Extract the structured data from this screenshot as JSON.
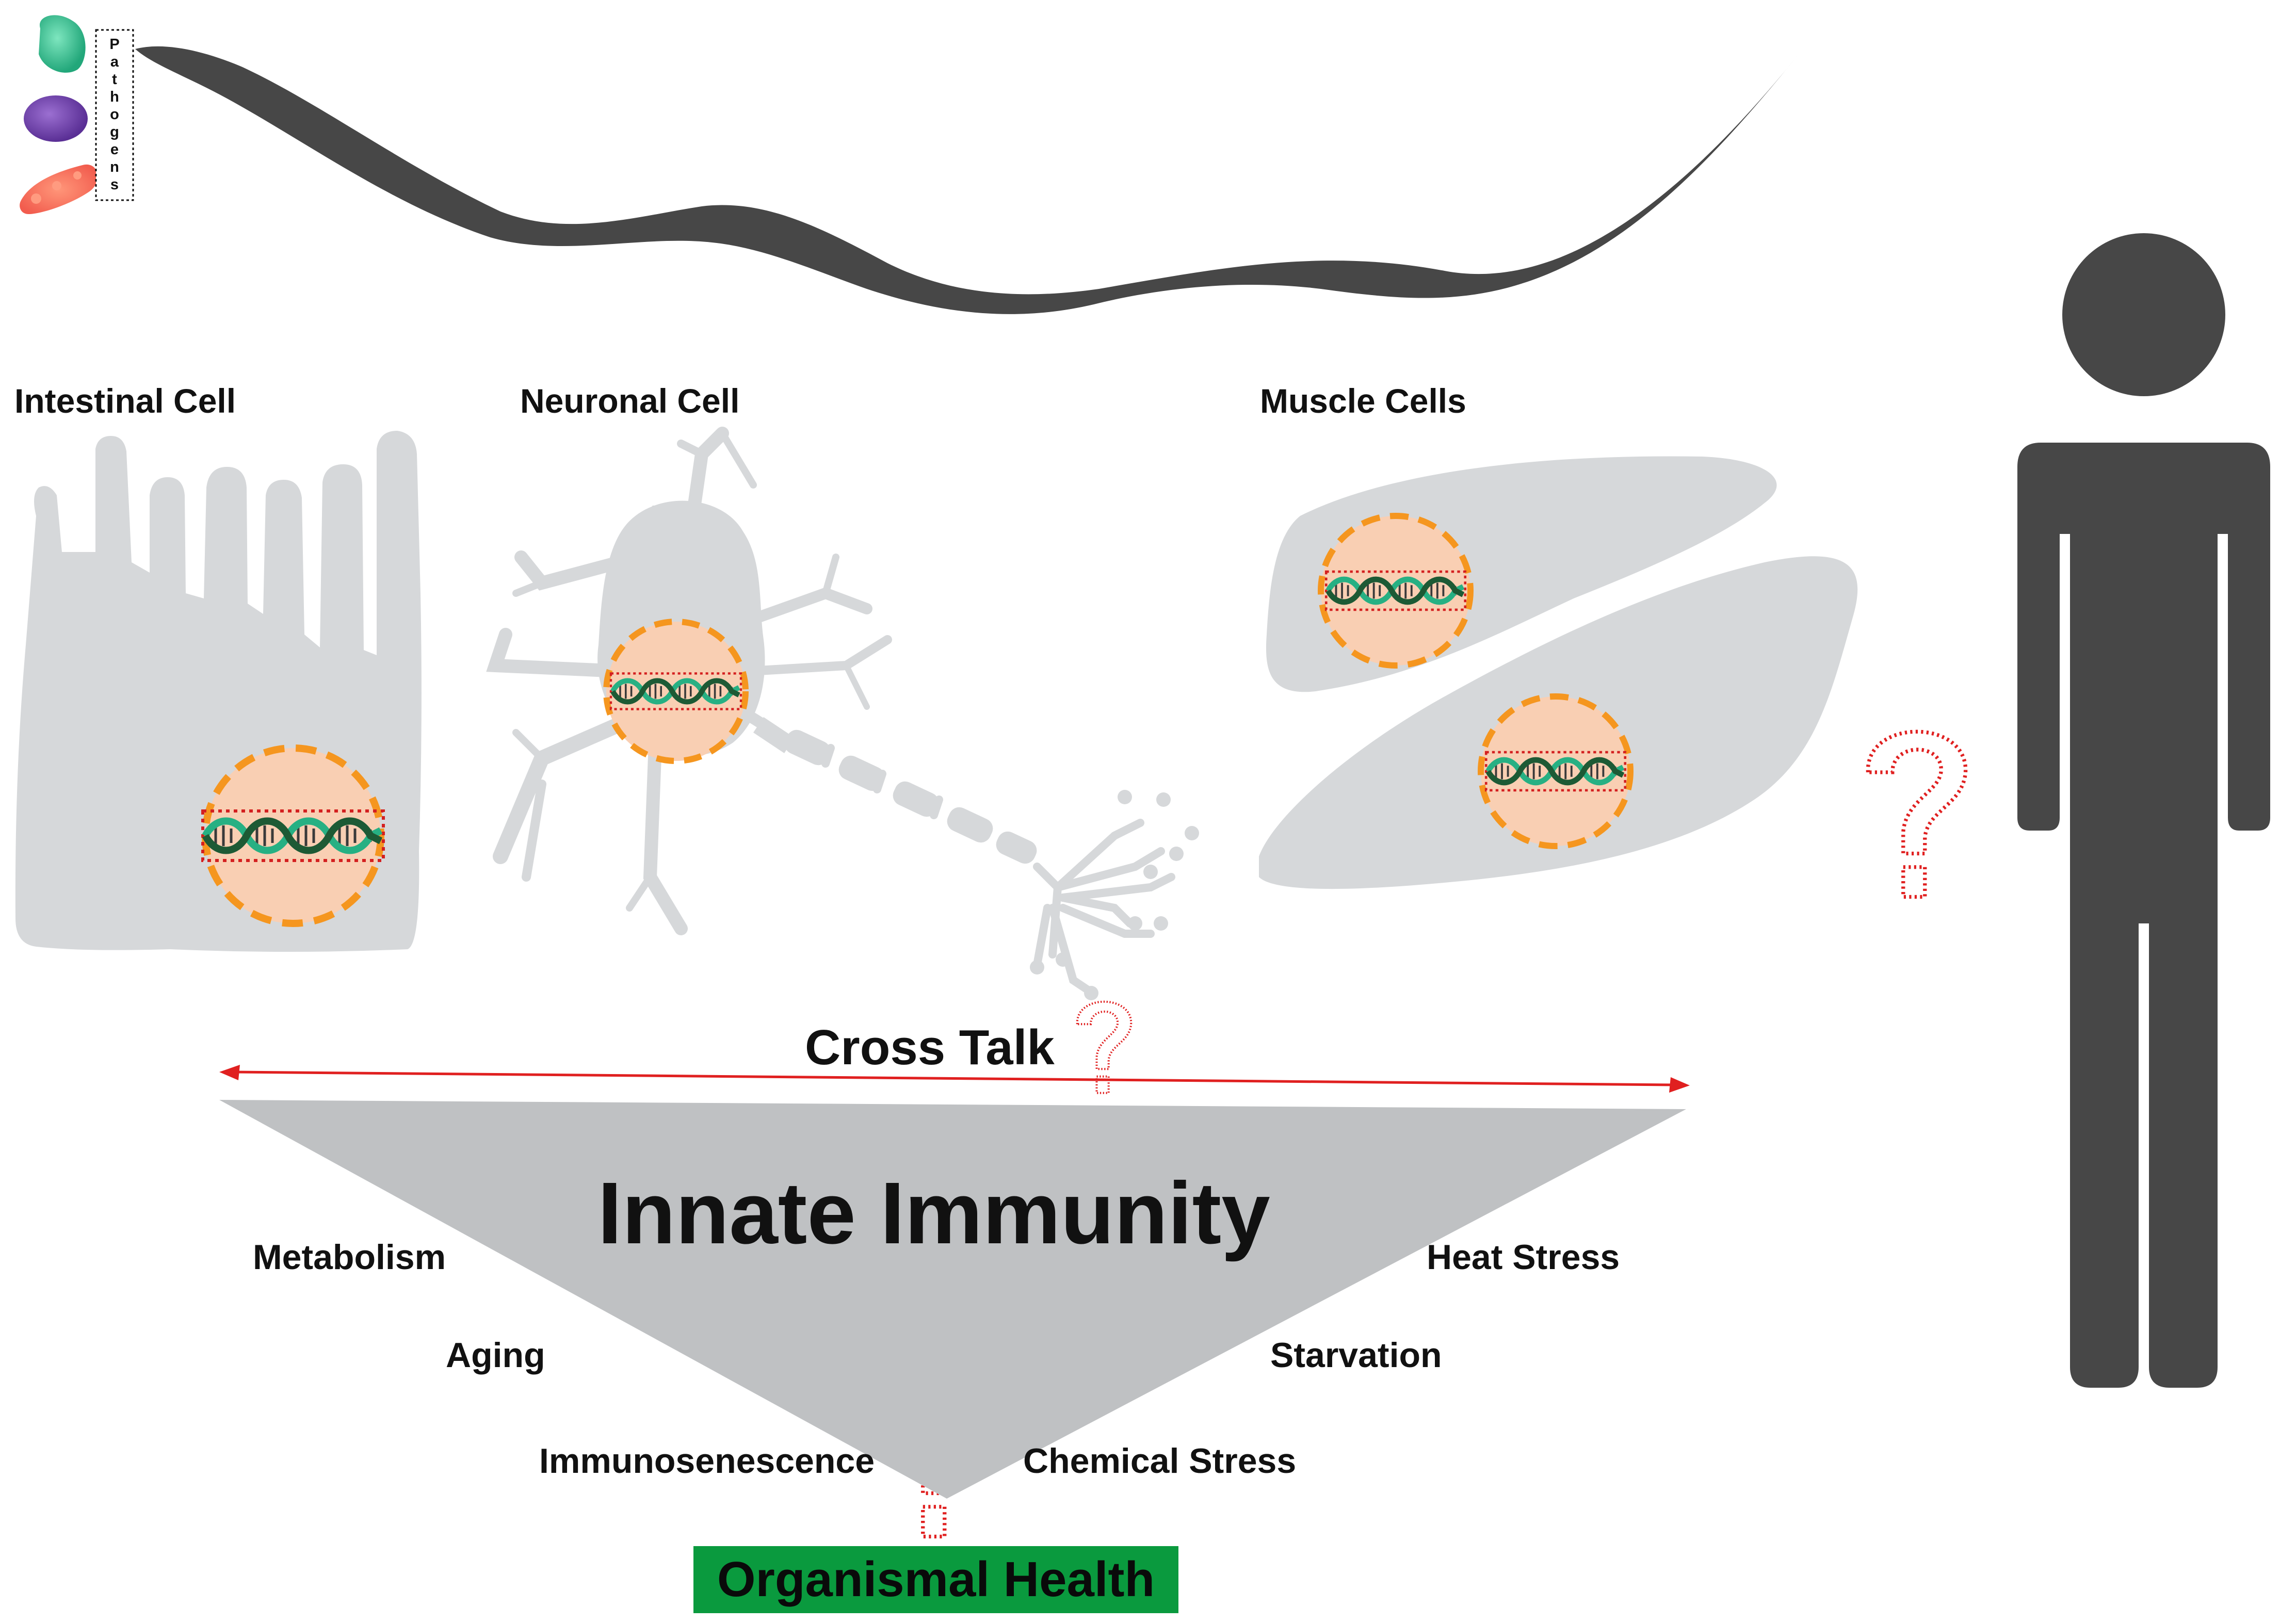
{
  "pathogens": {
    "label": "Pathogens"
  },
  "cells": {
    "intestinal": "Intestinal Cell",
    "neuronal": "Neuronal Cell",
    "muscle": "Muscle Cells"
  },
  "crosstalk": {
    "label": "Cross Talk"
  },
  "triangle": {
    "title": "Innate Immunity",
    "left_factors": [
      "Metabolism",
      "Aging",
      "Immunosenescence"
    ],
    "right_factors": [
      "Heat Stress",
      "Starvation",
      "Chemical Stress"
    ]
  },
  "outcome": {
    "label": "Organismal Health"
  },
  "colors": {
    "worm": "#474747",
    "human": "#474747",
    "cell": "#d6d8da",
    "nucleus_fill": "#f9cfb3",
    "nucleus_border": "#f5961f",
    "dna_dark": "#1d5a35",
    "dna_light": "#27b083",
    "arrow": "#e02020",
    "question": "#e02020",
    "triangle": "#bfc1c3",
    "outcome_box": "#0a9a3e"
  },
  "icons": [
    "green-pathogen-icon",
    "purple-pathogen-icon",
    "red-pathogen-icon",
    "worm-icon",
    "human-icon",
    "question-icon",
    "dna-icon"
  ]
}
